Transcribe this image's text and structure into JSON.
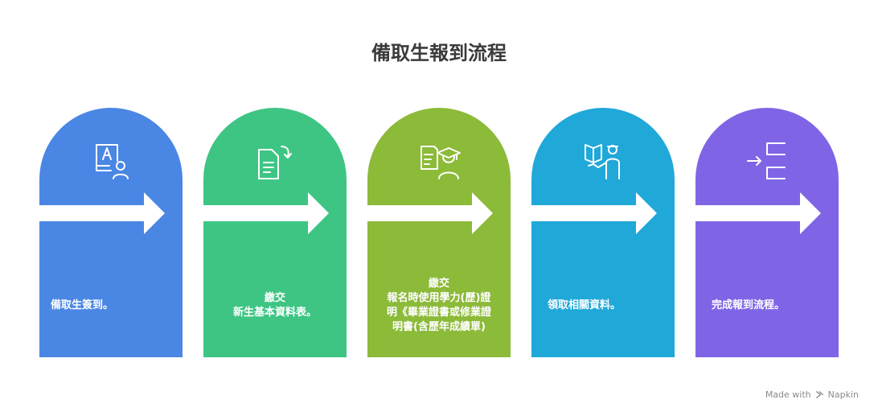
{
  "title": "備取生報到流程",
  "colors": {
    "step1": "#4a86e4",
    "step2": "#3ec584",
    "step3": "#8cba39",
    "step4": "#20a8d9",
    "step5": "#7f65e6",
    "text": "#3a3a3a"
  },
  "steps": [
    {
      "icon": "name-badge-person-icon",
      "lines": [
        "備取生簽到。"
      ]
    },
    {
      "icon": "document-forward-icon",
      "lines": [
        "繳交",
        "新生基本資料表。"
      ]
    },
    {
      "icon": "certificate-graduate-icon",
      "lines": [
        "繳交",
        "報名時使用學力(歷)證",
        "明《畢業證書或修業證",
        "明書(含歷年成績單)"
      ]
    },
    {
      "icon": "person-reading-icon",
      "lines": [
        "領取相關資料。"
      ]
    },
    {
      "icon": "enter-arrow-icon",
      "lines": [
        "完成報到流程。"
      ]
    }
  ],
  "footer": {
    "made_with": "Made with",
    "brand": "Napkin",
    "icon": "napkin-logo-icon"
  }
}
